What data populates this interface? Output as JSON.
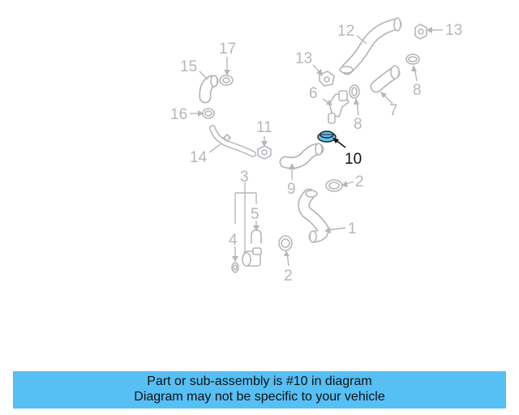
{
  "diagram": {
    "callouts": {
      "c1": "1",
      "c2a": "2",
      "c2b": "2",
      "c3": "3",
      "c4": "4",
      "c5": "5",
      "c6": "6",
      "c7": "7",
      "c8a": "8",
      "c8b": "8",
      "c9": "9",
      "c10": "10",
      "c11": "11",
      "c12": "12",
      "c13a": "13",
      "c13b": "13",
      "c14": "14",
      "c15": "15",
      "c16": "16",
      "c17": "17"
    },
    "highlighted_part": "10",
    "colors": {
      "highlight": "#5bc3ef",
      "banner": "#56bff4",
      "line_art": "#b4b8bc"
    }
  },
  "banner": {
    "line1": "Part or sub-assembly is #10 in diagram",
    "line2": "Diagram may not be specific to your vehicle"
  }
}
